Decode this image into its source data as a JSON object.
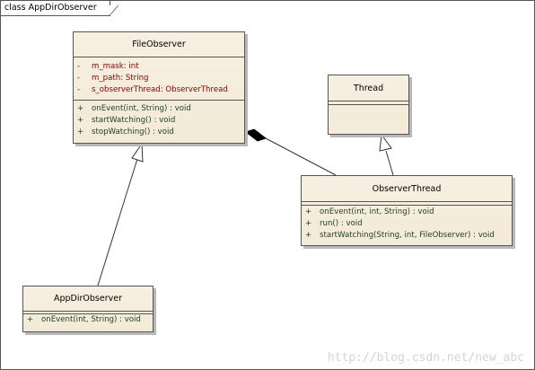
{
  "frame": {
    "label": "class AppDirObserver"
  },
  "classes": {
    "file_observer": {
      "name": "FileObserver",
      "attributes": [
        {
          "visibility": "-",
          "text": "m_mask:  int"
        },
        {
          "visibility": "-",
          "text": "m_path:  String"
        },
        {
          "visibility": "-",
          "text": "s_observerThread:  ObserverThread"
        }
      ],
      "operations": [
        {
          "visibility": "+",
          "text": "onEvent(int, String) : void"
        },
        {
          "visibility": "+",
          "text": "startWatching() : void"
        },
        {
          "visibility": "+",
          "text": "stopWatching() : void"
        }
      ]
    },
    "thread": {
      "name": "Thread"
    },
    "observer_thread": {
      "name": "ObserverThread",
      "operations": [
        {
          "visibility": "+",
          "text": "onEvent(int, int, String) : void"
        },
        {
          "visibility": "+",
          "text": "run() : void"
        },
        {
          "visibility": "+",
          "text": "startWatching(String, int, FileObserver) : void"
        }
      ]
    },
    "app_dir_observer": {
      "name": "AppDirObserver",
      "operations": [
        {
          "visibility": "+",
          "text": "onEvent(int, String) : void"
        }
      ]
    }
  },
  "relationships": [
    {
      "type": "generalization",
      "from": "AppDirObserver",
      "to": "FileObserver"
    },
    {
      "type": "generalization",
      "from": "ObserverThread",
      "to": "Thread"
    },
    {
      "type": "composition",
      "whole": "FileObserver",
      "part": "ObserverThread"
    }
  ],
  "watermark": "http://blog.csdn.net/new_abc",
  "colors": {
    "class_fill": "#f5ecdc",
    "border": "#555555",
    "attribute_text": "#8b0000",
    "operation_text": "#1d3f1d",
    "watermark": "#d4d4d4"
  }
}
